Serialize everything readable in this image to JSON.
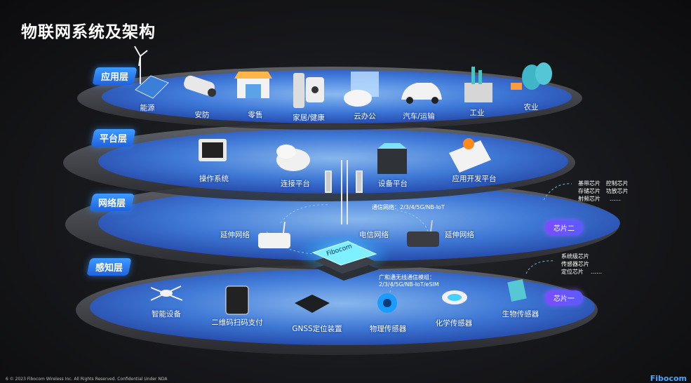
{
  "title": "物联网系统及架构",
  "layers": {
    "application": "应用层",
    "platform": "平台层",
    "network": "网络层",
    "perception": "感知层"
  },
  "application_items": [
    "能源",
    "安防",
    "零售",
    "家居/健康",
    "云办公",
    "汽车/运输",
    "工业",
    "农业"
  ],
  "platform_items": [
    "操作系统",
    "连接平台",
    "设备平台",
    "应用开发平台"
  ],
  "network_items": {
    "extend_left": "延伸网络",
    "telecom": "电信网络",
    "extend_right": "延伸网络",
    "telecom_note": "通信网络：2/3/4/5G/NB-IoT"
  },
  "module_note_line1": "广和通无线通信模组：",
  "module_note_line2": "2/3/4/5G/NB-IoT/eSIM",
  "perception_items": [
    "智能设备",
    "二维码扫码支付",
    "GNSS定位装置",
    "物理传感器",
    "化学传感器",
    "生物传感器"
  ],
  "chips": {
    "chip2": "芯片二",
    "chip1": "芯片一",
    "chip2_list": [
      "基带芯片",
      "控制芯片",
      "存储芯片",
      "功放芯片",
      "射频芯片",
      "……"
    ],
    "chip1_list": [
      "系统级芯片",
      "传感器芯片",
      "定位芯片",
      "……"
    ]
  },
  "module_logo": "Fibocom",
  "footer": "6  © 2023 Fibocom Wireless Inc. All Rights Reserved. Confidential Under NDA",
  "brand": "Fibocom"
}
